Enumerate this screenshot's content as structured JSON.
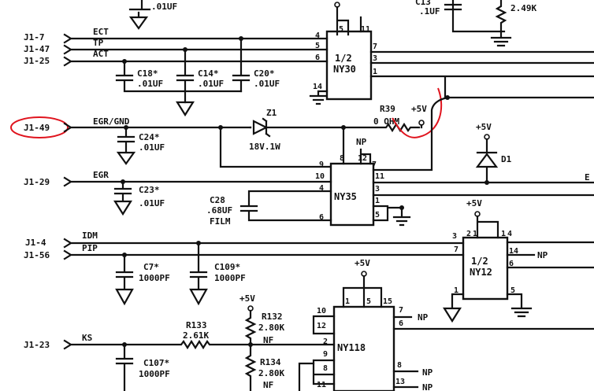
{
  "connectors": {
    "j1_7": "J1-7",
    "j1_47": "J1-47",
    "j1_25": "J1-25",
    "j1_49": "J1-49",
    "j1_29": "J1-29",
    "j1_4": "J1-4",
    "j1_56": "J1-56",
    "j1_23": "J1-23"
  },
  "nets": {
    "ect": "ECT",
    "tp": "TP",
    "act": "ACT",
    "egr_gnd": "EGR/GND",
    "egr": "EGR",
    "idm": "IDM",
    "pip": "PIP",
    "ks": "KS",
    "right_e": "E"
  },
  "caps": {
    "c18": "C18*",
    "c18v": ".01UF",
    "c14": "C14*",
    "c14v": ".01UF",
    "c20": "C20*",
    "c20v": ".01UF",
    "c24": "C24*",
    "c24v": ".01UF",
    "c23": "C23*",
    "c23v": ".01UF",
    "c28": "C28",
    "c28v": ".68UF",
    "c28f": "FILM",
    "c7": "C7*",
    "c7v": "1000PF",
    "c109": "C109*",
    "c109v": "1000PF",
    "c107": "C107*",
    "c107v": "1000PF",
    "top_c": ".01UF",
    "top_c2": ".1UF",
    "top_c3": "C13"
  },
  "resistors": {
    "r39": "R39",
    "r39v": "0 OHM",
    "r133": "R133",
    "r133v": "2.61K",
    "r132": "R132",
    "r132v": "2.80K",
    "r134": "R134",
    "r134v": "2.80K",
    "top_r": "2.49K",
    "nf": "NF"
  },
  "diodes": {
    "z1": "Z1",
    "z1v": "18V.1W",
    "d1": "D1"
  },
  "supplies": {
    "vcc": "+5V"
  },
  "ics": {
    "ny30": {
      "l1": "1/2",
      "l2": "NY30"
    },
    "ny35": "NY35",
    "ny12": {
      "l1": "1/2",
      "l2": "NY12"
    },
    "ny118": "NY118"
  },
  "pins": {
    "p1": "1",
    "p2": "2",
    "p3": "3",
    "p4": "4",
    "p5": "5",
    "p6": "6",
    "p7": "7",
    "p8": "8",
    "p9": "9",
    "p10": "10",
    "p11": "11",
    "p12": "12",
    "p13": "13",
    "p14": "14",
    "p15": "15"
  },
  "tags": {
    "np": "NP"
  },
  "highlight_color": "#e0141e"
}
